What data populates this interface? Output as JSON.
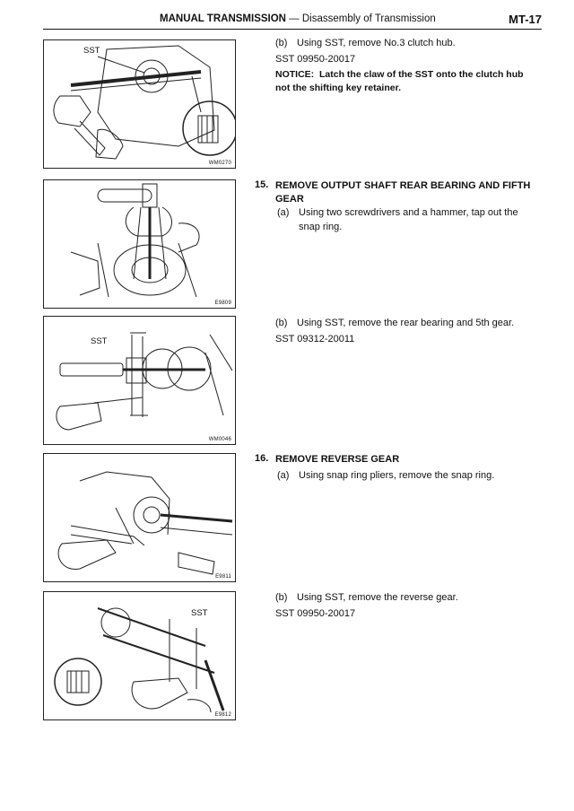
{
  "header": {
    "section": "MANUAL TRANSMISSION",
    "subtitle": " — Disassembly of Transmission",
    "page": "MT-17"
  },
  "figures": [
    {
      "code": "WM0270",
      "sst_label": "SST"
    },
    {
      "code": "E9809"
    },
    {
      "code": "WM0046",
      "sst_label": "SST"
    },
    {
      "code": "E9811"
    },
    {
      "code": "E9812",
      "sst_label": "SST"
    }
  ],
  "blocks": [
    {
      "substep": "(b)",
      "text": "Using SST, remove No.3 clutch hub.",
      "sst": "SST 09950-20017",
      "notice_label": "NOTICE:",
      "notice_line1": "Latch the claw of the SST onto the clutch hub",
      "notice_line2": "not the shifting key retainer."
    },
    {
      "number": "15.",
      "heading_line1": "REMOVE OUTPUT SHAFT REAR BEARING AND FIFTH",
      "heading_line2": "GEAR",
      "substep": "(a)",
      "text_line1": "Using two screwdrivers and a hammer, tap out the",
      "text_line2": "snap ring."
    },
    {
      "substep": "(b)",
      "text": "Using SST, remove the rear bearing and 5th gear.",
      "sst": "SST 09312-20011"
    },
    {
      "number": "16.",
      "heading": "REMOVE REVERSE GEAR",
      "substep": "(a)",
      "text": "Using snap ring pliers, remove the snap ring."
    },
    {
      "substep": "(b)",
      "text": "Using SST, remove the reverse gear.",
      "sst": "SST 09950-20017"
    }
  ]
}
